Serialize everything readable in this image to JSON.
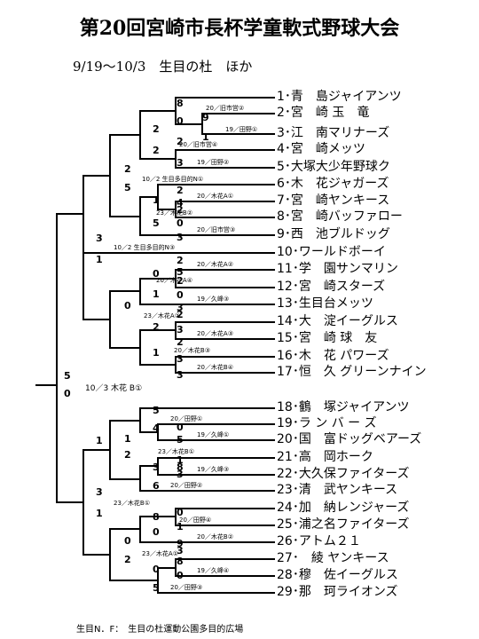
{
  "title": "第20回宮崎市長杯学童軟式野球大会",
  "subtitle": "9/19～10/3　生目の杜　ほか",
  "footnote": "生目N．F：　生目の杜運動公園多目的広場",
  "teams": [
    "1･青　島ジャイアンツ",
    "2･宮　崎 玉　竜",
    "3･江　南マリナーズ",
    "4･宮　崎メッツ",
    "5･大塚大少年野球ク",
    "6･木　花ジャガーズ",
    "7･宮　崎ヤンキース",
    "8･宮　崎バッファロー",
    "9･西　池ブルドッグ",
    "10･ワールドボーイ",
    "11･学　園サンマリン",
    "12･宮　崎スターズ",
    "13･生目台メッツ",
    "14･大　淀イーグルス",
    "15･宮　崎 球　友",
    "16･木　花 パワーズ",
    "17･恒　久 グリーンナイン",
    "18･鶴　塚ジャイアンツ",
    "19･ラ ン バ ー ズ",
    "20･国　富ドッグベアーズ",
    "21･高　岡ホーク",
    "22･大久保ファイターズ",
    "23･清　武ヤンキース",
    "24･加　納レンジャーズ",
    "25･浦之名ファイターズ",
    "26･アトム２１",
    "27･　綾 ヤンキース",
    "28･穆　佐イーグルス",
    "29･那　珂ライオンズ"
  ],
  "match_labels": {
    "m1": "20／旧市営②",
    "m2": "19／田野①",
    "m3": "20／旧市営④",
    "m4": "19／田野②",
    "m5": "10／2 生目多目的N①",
    "m6": "20／木花A①",
    "m7": "23／木花B②",
    "m8": "20／旧市営③",
    "m9": "10／2 生目多目的N③",
    "m10": "20／木花A②",
    "m11": "20／木花A④",
    "m12": "19／久峰③",
    "m13": "23／木花A②",
    "m14": "20／木花A③",
    "m15": "20／木花B③",
    "m16": "20／木花B④",
    "m17": "10／3 木花 B①",
    "m18": "20／田野①",
    "m19": "19／久峰①",
    "m20": "23／木花B①",
    "m21": "19／久峰③",
    "m22": "20／田野②",
    "m23": "23／木花B①",
    "m24": "20／田野④",
    "m25": "20／木花B②",
    "m26": "23／木花A①",
    "m27": "19／久峰④",
    "m28": "20／田野③"
  },
  "scores": {
    "s1": "8",
    "s2": "0",
    "s3": "9",
    "s4": "1",
    "s5": "2",
    "s6": "2",
    "s7": "2",
    "s8": "3",
    "s9": "2",
    "s10": "5",
    "s11": "2",
    "s12": "4",
    "s13": "1",
    "s14": "2",
    "s15": "5",
    "s16": "0",
    "s17": "3",
    "s18": "3",
    "s19": "1",
    "s20": "2",
    "s21": "5",
    "s22": "0",
    "s23": "2",
    "s24": "1",
    "s25": "0",
    "s26": "3",
    "s27": "0",
    "s28": "2",
    "s29": "2",
    "s30": "3",
    "s31": "2",
    "s32": "1",
    "s33": "3",
    "s34": "3",
    "s35": "5",
    "s36": "0",
    "s37": "5",
    "s38": "4",
    "s39": "0",
    "s40": "5",
    "s41": "1",
    "s42": "1",
    "s43": "2",
    "s44": "3",
    "s45": "3",
    "s46": "8",
    "s47": "6",
    "s48": "1",
    "s49": "3",
    "s50": "8",
    "s51": "0",
    "s52": "1",
    "s53": "0",
    "s54": "9",
    "s55": "0",
    "s56": "2",
    "s57": "3",
    "s58": "8",
    "s59": "0",
    "s60": "0",
    "s61": "5",
    "s62": "1"
  }
}
